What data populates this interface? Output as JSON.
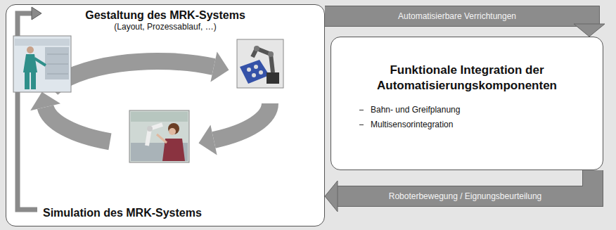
{
  "diagram": {
    "nodes": [
      {
        "text": [
          "Gestaltung des MRK-Systems",
          "(Layout, Prozessablauf, …)",
          "Simulation des MRK-Systems"
        ]
      },
      {
        "text": [
          "Funktionale Integration der Automatisierungskomponenten",
          "Bahn- und Greifplanung",
          "Multisensorintegration"
        ]
      }
    ],
    "edges": [
      {
        "from": 0,
        "to": 1,
        "label": "Automatisierbare Verrichtungen",
        "arrow": "to"
      },
      {
        "from": 1,
        "to": 0,
        "label": "Roboterbewegung / Eignungsbeurteilung",
        "arrow": "to"
      }
    ]
  }
}
